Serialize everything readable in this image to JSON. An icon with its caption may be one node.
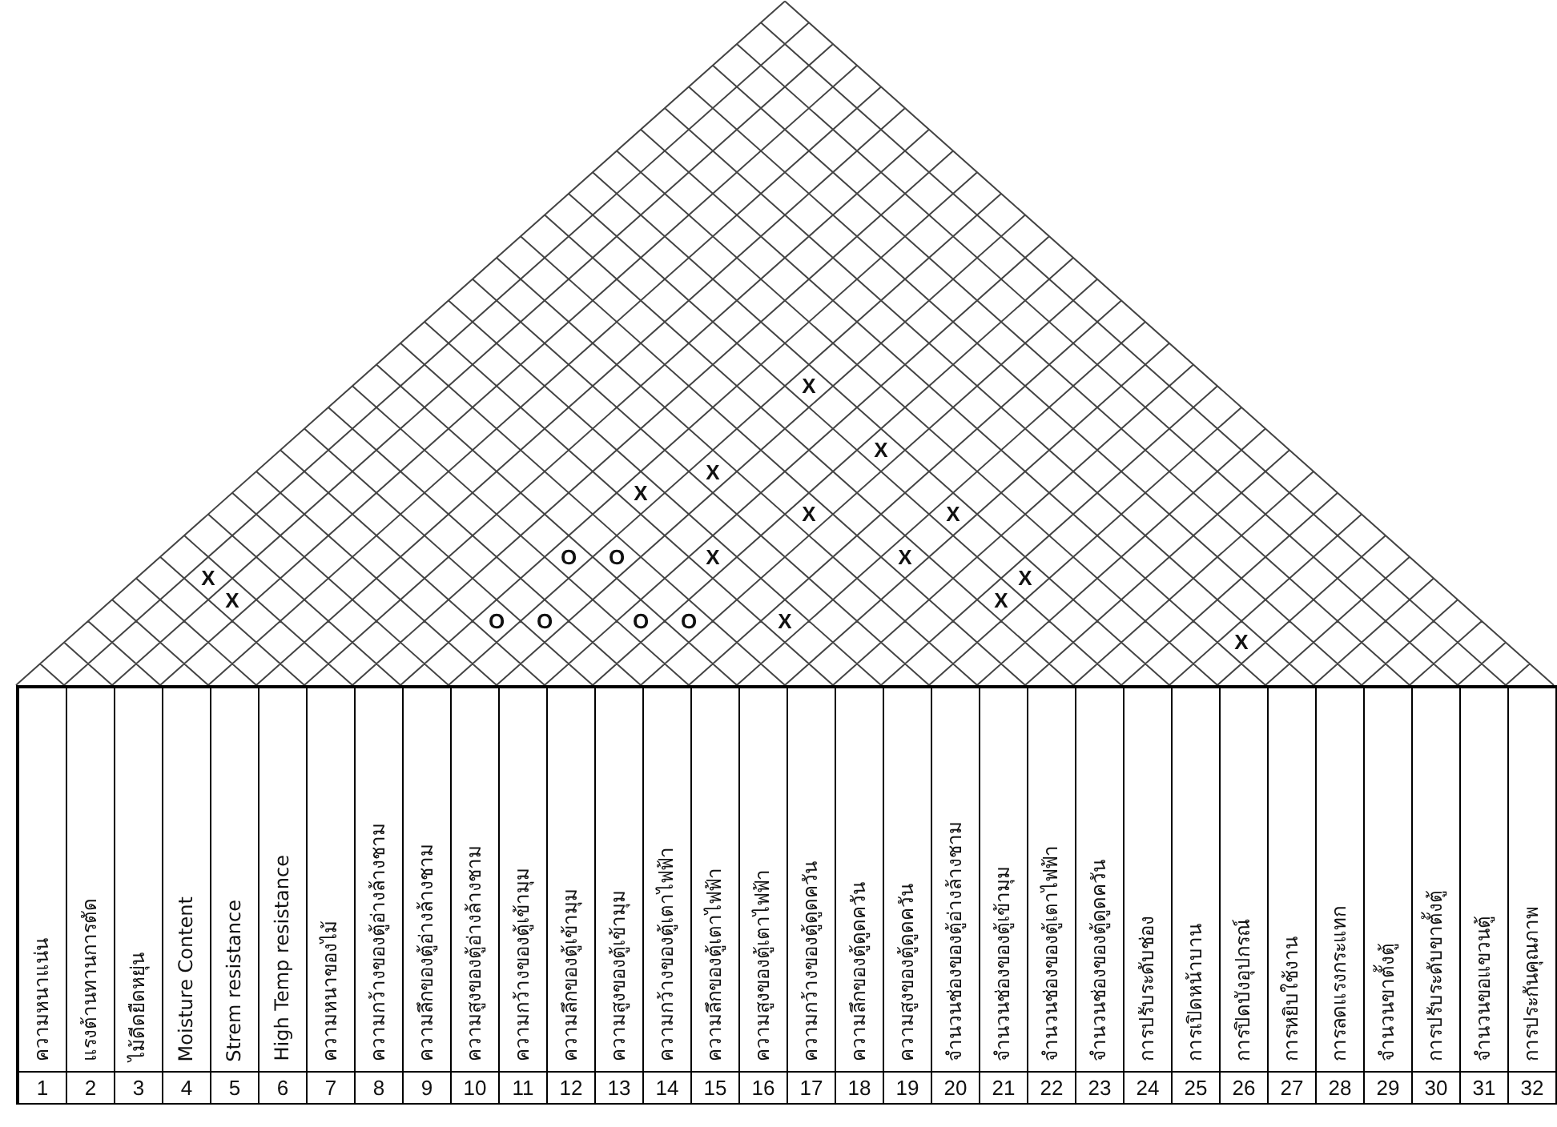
{
  "diagram": {
    "labels": [
      "X",
      "X",
      "O",
      "O",
      "O",
      "O",
      "O",
      "O",
      "X",
      "X",
      "X",
      "X",
      "X",
      "X",
      "X",
      "X",
      "X",
      "X",
      "X",
      "X",
      "ความหนาแน่น",
      "แรงต้านทานการตัด",
      "ไม้ดีดยืดหยุ่น",
      "Moisture Content",
      "Strem resistance",
      "High Temp resistance",
      "ความหนาของไม้",
      "ความกว้างของตู้อ่างล้างชาม",
      "ความลึกของตู้อ่างล้างชาม",
      "ความสูงของตู้อ่างล้างชาม",
      "ความกว้างของตู้เข้ามุม",
      "ความลึกของตู้เข้ามุม",
      "ความสูงของตู้เข้ามุม",
      "ความกว้างของตู้เตาไฟฟ้า",
      "ความลึกของตู้เตาไฟฟ้า",
      "ความสูงของตู้เตาไฟฟ้า",
      "ความกว้างของตู้ดูดควัน",
      "ความลึกของตู้ดูดควัน",
      "ความสูงของตู้ดูดควัน",
      "จำนวนช่องของตู้อ่างล้างชาม",
      "จำนวนช่องของตู้เข้ามุม",
      "จำนวนช่องของตู้เตาไฟฟ้า",
      "จำนวนช่องของตู้ดูดควัน",
      "การปรับระดับช่อง",
      "การเปิดหน้าบาน",
      "การปิดบังอุปกรณ์",
      "การหยิบใช้งาน",
      "การลดแรงกระแทก",
      "จำนวนขาตั้งตู้",
      "การปรับระดับขาตั้งตู้",
      "จำนวนขอแขวนตู้",
      "การประกันคุณภาพ",
      "1",
      "2",
      "3",
      "4",
      "5",
      "6",
      "7",
      "8",
      "9",
      "10",
      "11",
      "12",
      "13",
      "14",
      "15",
      "16",
      "17",
      "18",
      "19",
      "20",
      "21",
      "22",
      "23",
      "24",
      "25",
      "26",
      "27",
      "28",
      "29",
      "30",
      "31",
      "32"
    ]
  }
}
